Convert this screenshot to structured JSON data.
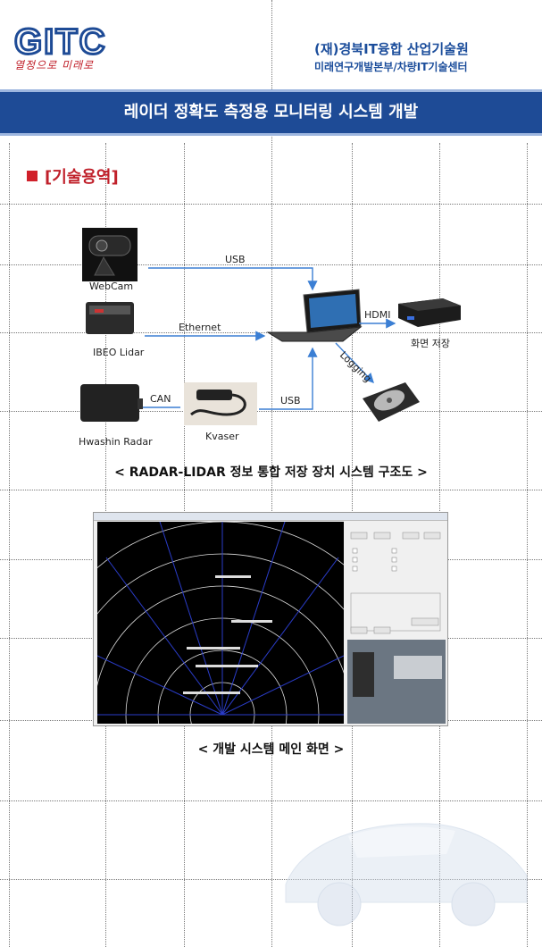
{
  "header": {
    "logo_text": "GITC",
    "slogan": "열정으로 미래로",
    "org_line1": "(재)경북IT융합 산업기술원",
    "org_line2": "미래연구개발본부/차량IT기술센터"
  },
  "banner": {
    "title": "레이더 정확도 측정용 모니터링 시스템 개발"
  },
  "section": {
    "label": "[기술용역]"
  },
  "diagram": {
    "devices": {
      "webcam": "WebCam",
      "lidar": "IBEO Lidar",
      "radar": "Hwashin Radar",
      "kvaser": "Kvaser",
      "storage": "화면 저장"
    },
    "links": {
      "usb1": "USB",
      "ethernet": "Ethernet",
      "can": "CAN",
      "usb2": "USB",
      "hdmi": "HDMI",
      "logging": "Logging"
    },
    "caption": "< RADAR-LIDAR 정보 통합 저장 장치 시스템 구조도 >"
  },
  "screenshot": {
    "caption": "< 개발 시스템 메인 화면 >"
  },
  "colors": {
    "banner": "#1e4b96",
    "accent_red": "#c0202a",
    "org_blue": "#1b4d9b",
    "link_blue": "#3b7fd4"
  }
}
